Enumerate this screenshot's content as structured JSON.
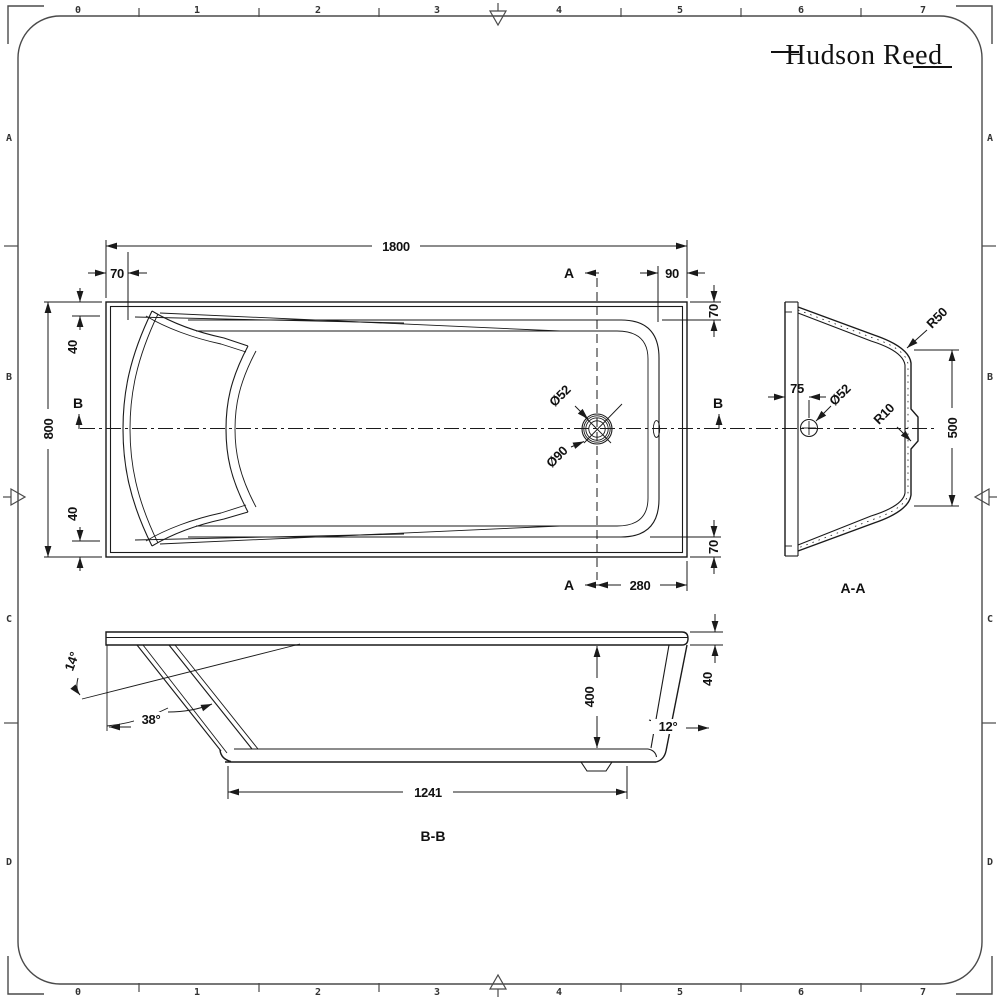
{
  "brand": {
    "logo_text": "Hudson Reed"
  },
  "sheet_rulers": {
    "top": [
      "0",
      "1",
      "2",
      "3",
      "4",
      "5",
      "6",
      "7"
    ],
    "bottom": [
      "0",
      "1",
      "2",
      "3",
      "4",
      "5",
      "6",
      "7"
    ],
    "left": [
      "A",
      "B",
      "C",
      "D"
    ],
    "right": [
      "A",
      "B",
      "C",
      "D"
    ]
  },
  "plan_view": {
    "dim_length": "1800",
    "dim_width": "800",
    "dim_end_inset": "70",
    "dim_drain_inset": "90",
    "dim_side_top": "70",
    "dim_side_bottom": "70",
    "dim_edge_top": "40",
    "dim_edge_bottom": "40",
    "dim_drain_from_end": "280",
    "label_waste_dia": "Ø52",
    "label_drain_recess_dia": "Ø90",
    "section_a": "A",
    "section_b": "B"
  },
  "section_aa": {
    "title": "A-A",
    "dim_rim_radius": "R50",
    "dim_overflow_offset": "75",
    "dim_overflow_dia": "Ø52",
    "dim_ledge_radius": "R10",
    "dim_base_width": "500"
  },
  "section_bb": {
    "title": "B-B",
    "dim_head_angle": "14°",
    "dim_backrest_angle": "38°",
    "dim_foot_angle": "12°",
    "dim_depth": "400",
    "dim_rim_height": "40",
    "dim_base_length": "1241"
  },
  "colors": {
    "line": "#1a1a1a",
    "frame": "#4a4a4a",
    "paper": "#ffffff"
  }
}
